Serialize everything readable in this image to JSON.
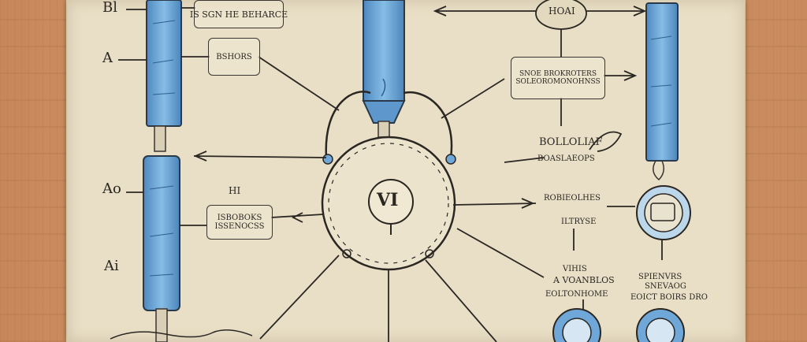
{
  "texts": {
    "top_left_mark": "Bl",
    "box_top_left": "IS SGN HE BEHARCE",
    "box_small_left": "BSHORS",
    "mark_left_2": "A",
    "box_center_left_1": "ISBOBOKS",
    "box_center_left_2": "ISSENOCSS",
    "mark_left_3": "Ao",
    "mark_left_4": "Ai",
    "hub_top_label": "HI",
    "hub_symbol": "VI",
    "top_right_oval": "HOAI",
    "box_right_mid_1": "SNOE BROKROTERS",
    "box_right_mid_2": "SOLEOROMONOHNSS",
    "right_label_1": "BOLLOLIAF",
    "right_label_2": "BOASLAEOPS",
    "right_label_3": "ROBIEOLHES",
    "right_label_4": "ILTRYSE",
    "right_label_5": "VIHIS",
    "right_label_6": "A VOANBLOS",
    "right_label_7": "EOLTONHOME",
    "right_label_8": "SPIENVRS",
    "right_label_9": "SNEVAOG",
    "right_label_10": "EOICT BOIRS DRO"
  },
  "colors": {
    "ink": "#2a2622",
    "tube_fill": "#6fa8d8",
    "tube_dark": "#2f5f8f",
    "paper": "#e9dfc6",
    "wood": "#cf9264"
  }
}
